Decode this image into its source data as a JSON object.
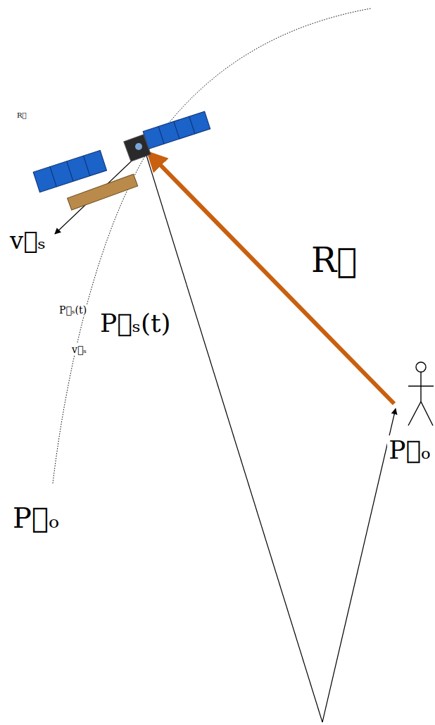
{
  "diagram": {
    "labels": [
      "R⃗",
      "v⃗ₛ",
      "P⃗ₛ(t)",
      "P⃗ₛ(t)",
      "v⃗ₛ",
      "R⃗",
      "P⃗ₒ",
      "P⃗ₒ"
    ]
  }
}
